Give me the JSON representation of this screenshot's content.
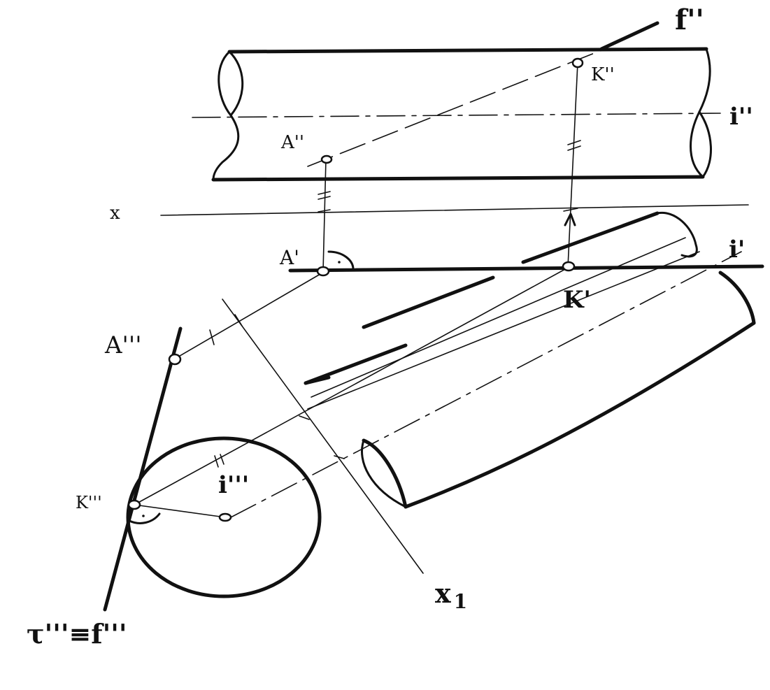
{
  "labels": {
    "f2": "f''",
    "k2": "K''",
    "i2": "i''",
    "a2": "A''",
    "x": "x",
    "a1": "A'",
    "k1": "K'",
    "i1": "i'",
    "a3": "A'''",
    "k3": "K'''",
    "i3": "i'''",
    "x1": "x",
    "x1_sub": "1",
    "tau": "τ'''≡f'''"
  }
}
